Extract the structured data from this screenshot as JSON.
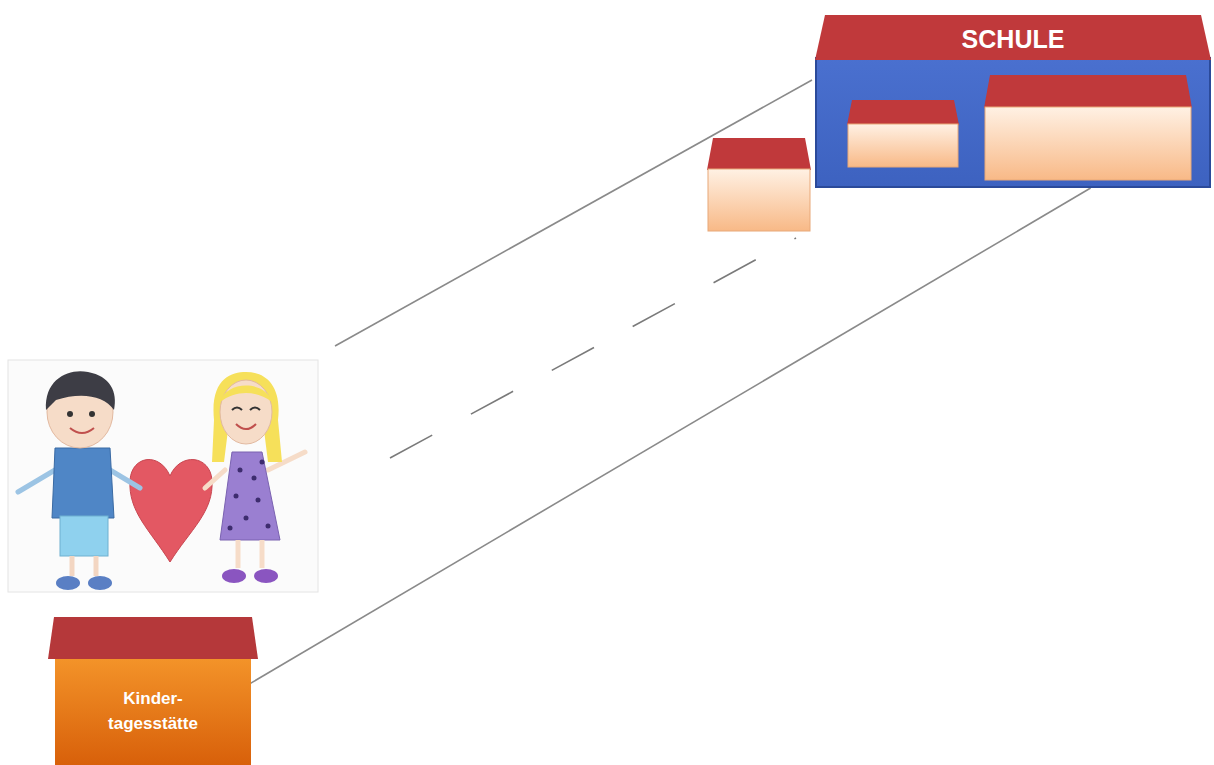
{
  "diagram": {
    "nodes": [
      {
        "text": [
          "SCHULE"
        ]
      },
      {
        "text": [
          "Kinder- tagesstätte"
        ]
      }
    ],
    "edges": [
      {
        "from": 1,
        "to": 0,
        "arrow": "none"
      }
    ]
  }
}
